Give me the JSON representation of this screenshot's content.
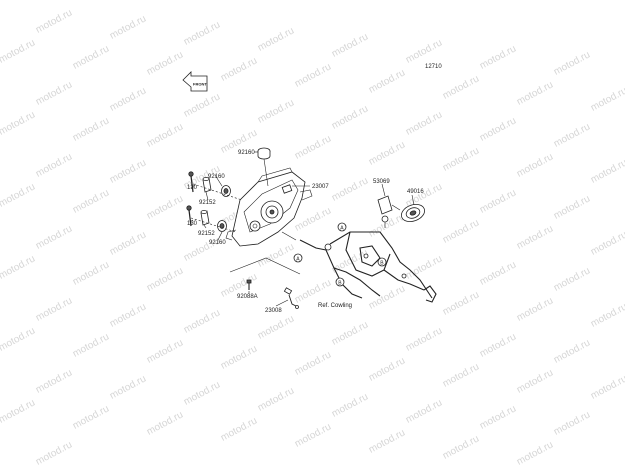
{
  "watermark": {
    "text": "motod.ru"
  },
  "diagram_code": "12710",
  "arrow_label": "FRONT",
  "parts": {
    "p92160_top": "92160",
    "p23007": "23007",
    "p92160_left": "92160",
    "p130_top": "130",
    "p92152_top": "92152",
    "p130_bottom": "130",
    "p92152_bottom": "92152",
    "p92160_bottom": "92160",
    "p53069": "53069",
    "p49016": "49016",
    "p92088A": "92088A",
    "p23008": "23008"
  },
  "callouts": {
    "a": "A",
    "b": "B"
  },
  "reference_note": "Ref. Cowling"
}
